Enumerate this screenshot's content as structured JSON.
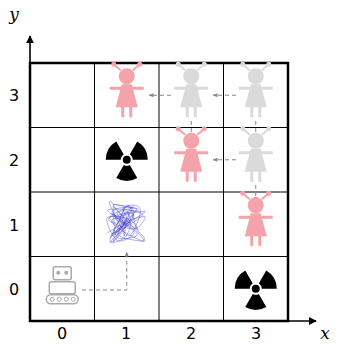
{
  "diagram": {
    "labels": [
      "y",
      "3",
      "2",
      "1",
      "0",
      "0",
      "1",
      "2",
      "3",
      "x"
    ]
  }
}
